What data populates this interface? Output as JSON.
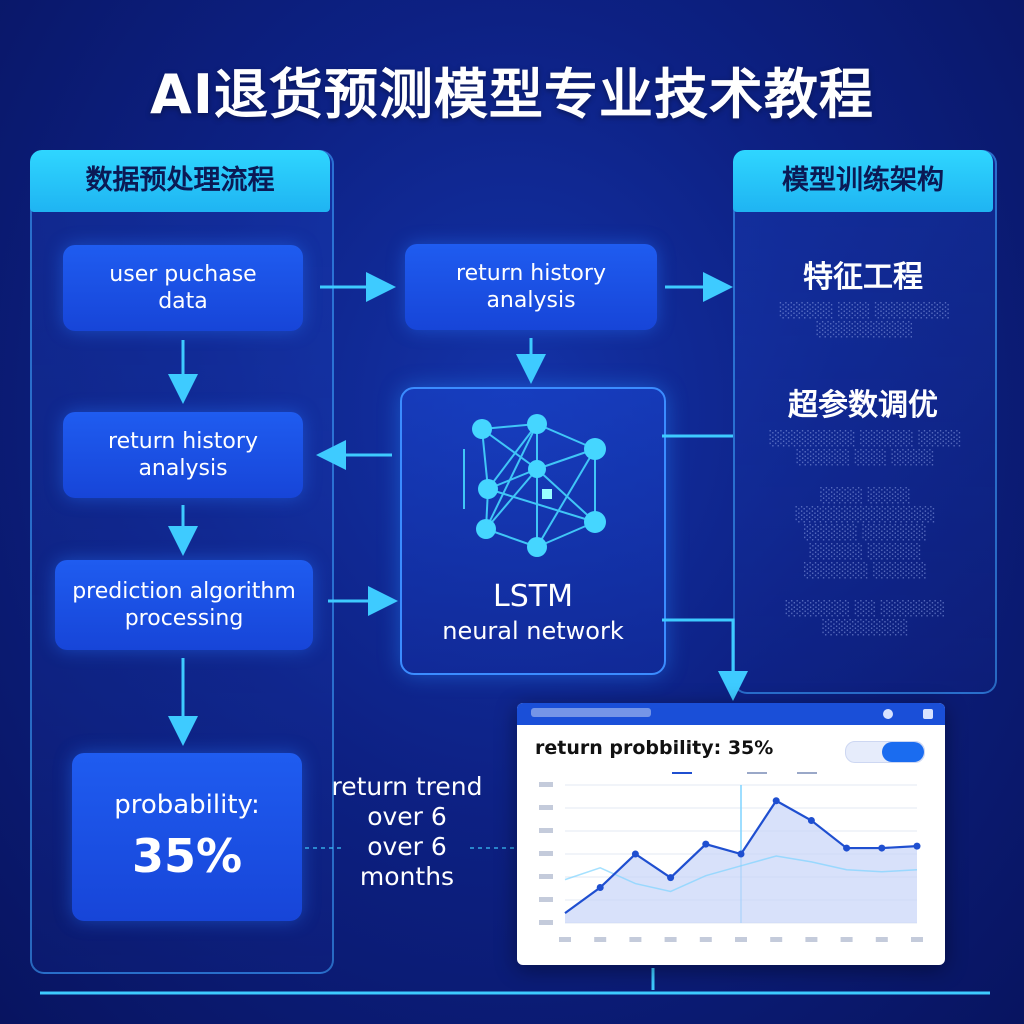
{
  "title": "AI退货预测模型专业技术教程",
  "left_panel": {
    "header": "数据预处理流程",
    "nodes": [
      "user puchase data",
      "return history analysis",
      "prediction algorithm processing"
    ],
    "result": {
      "label": "probability:",
      "value": "35%"
    }
  },
  "middle": {
    "top_node": "return history analysis",
    "lstm_title": "LSTM",
    "lstm_subtitle": "neural network",
    "trend_lines": [
      "return trend",
      "over 6",
      "over 6",
      "months"
    ]
  },
  "right_panel": {
    "header": "模型训练架构",
    "section1": "特征工程",
    "section2": "超参数调优"
  },
  "chart_card": {
    "title": "return probbility: 35%",
    "toggle_on_color": "#1a6cf0"
  },
  "chart_data": {
    "type": "line",
    "title": "return probbility: 35%",
    "x": [
      0,
      1,
      2,
      3,
      4,
      5,
      6,
      7,
      8,
      9,
      10
    ],
    "series": [
      {
        "values": [
          0.5,
          1.8,
          3.5,
          2.3,
          4.0,
          3.5,
          6.2,
          5.2,
          3.8,
          3.8,
          3.9
        ]
      },
      {
        "values": [
          2.2,
          2.8,
          2.0,
          1.6,
          2.4,
          2.9,
          3.4,
          3.1,
          2.7,
          2.6,
          2.7
        ]
      }
    ],
    "ylim": [
      0,
      7
    ],
    "grid": true,
    "colors": {
      "series_main": "#1f4fd0",
      "series_faint": "#7fd4ff",
      "area": "#c8d4f8"
    }
  }
}
